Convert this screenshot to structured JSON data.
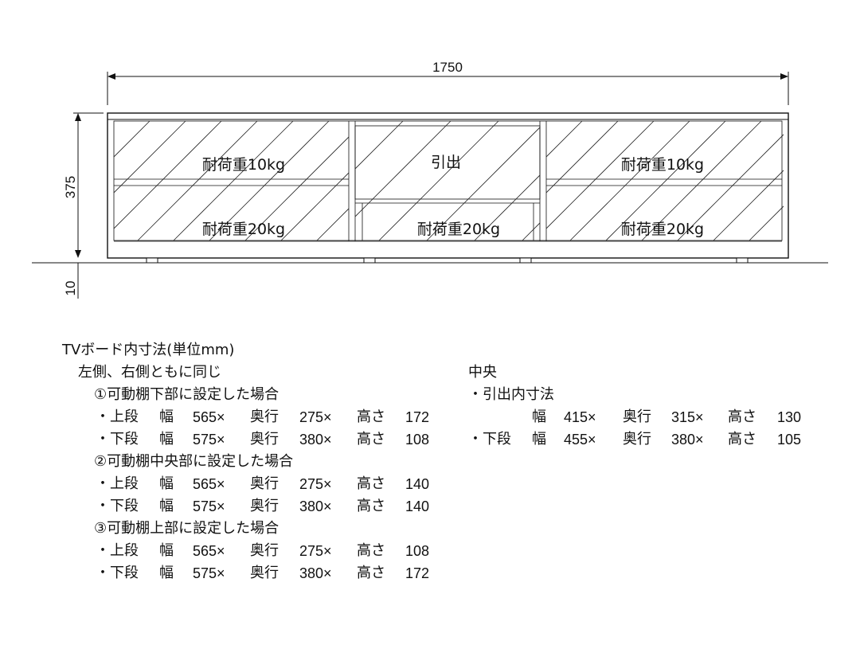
{
  "drawing": {
    "width_dim": "1750",
    "height_dim": "375",
    "foot_dim": "10",
    "left_upper_label": "耐荷重10kg",
    "left_lower_label": "耐荷重20kg",
    "center_upper_label": "引出",
    "center_lower_label": "耐荷重20kg",
    "right_upper_label": "耐荷重10kg",
    "right_lower_label": "耐荷重20kg"
  },
  "specs": {
    "title": "TVボード内寸法(単位mm)",
    "side_heading": "左側、右側ともに同じ",
    "cases": [
      {
        "heading": "①可動棚下部に設定した場合",
        "rows": [
          {
            "tier": "・上段",
            "w_label": "幅",
            "w": "565×",
            "d_label": "奥行",
            "d": "275×",
            "h_label": "高さ",
            "h": "172"
          },
          {
            "tier": "・下段",
            "w_label": "幅",
            "w": "575×",
            "d_label": "奥行",
            "d": "380×",
            "h_label": "高さ",
            "h": "108"
          }
        ]
      },
      {
        "heading": "②可動棚中央部に設定した場合",
        "rows": [
          {
            "tier": "・上段",
            "w_label": "幅",
            "w": "565×",
            "d_label": "奥行",
            "d": "275×",
            "h_label": "高さ",
            "h": "140"
          },
          {
            "tier": "・下段",
            "w_label": "幅",
            "w": "575×",
            "d_label": "奥行",
            "d": "380×",
            "h_label": "高さ",
            "h": "140"
          }
        ]
      },
      {
        "heading": "③可動棚上部に設定した場合",
        "rows": [
          {
            "tier": "・上段",
            "w_label": "幅",
            "w": "565×",
            "d_label": "奥行",
            "d": "275×",
            "h_label": "高さ",
            "h": "108"
          },
          {
            "tier": "・下段",
            "w_label": "幅",
            "w": "575×",
            "d_label": "奥行",
            "d": "380×",
            "h_label": "高さ",
            "h": "172"
          }
        ]
      }
    ],
    "center": {
      "heading": "中央",
      "drawer_heading": "・引出内寸法",
      "drawer_row": {
        "w_label": "幅",
        "w": "415×",
        "d_label": "奥行",
        "d": "315×",
        "h_label": "高さ",
        "h": "130"
      },
      "lower_row": {
        "tier": "・下段",
        "w_label": "幅",
        "w": "455×",
        "d_label": "奥行",
        "d": "380×",
        "h_label": "高さ",
        "h": "105"
      }
    }
  }
}
